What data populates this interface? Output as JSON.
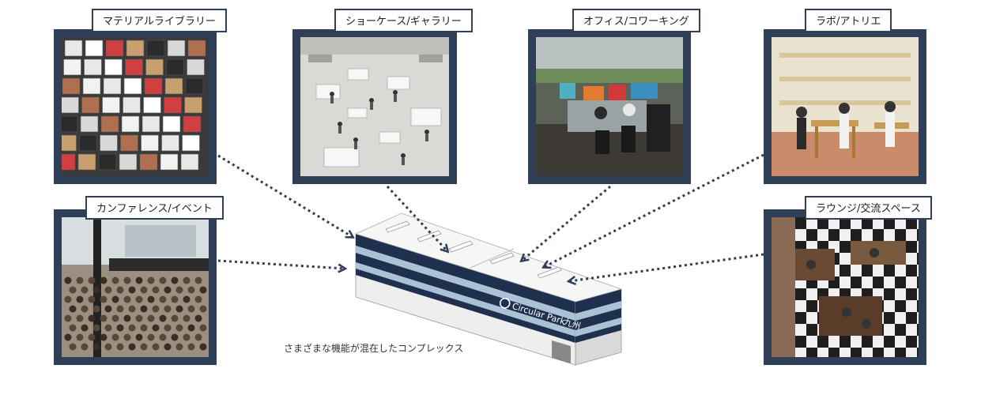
{
  "labels": {
    "material_library": "マテリアルライブラリー",
    "showcase_gallery": "ショーケース/ギャラリー",
    "office_coworking": "オフィス/コワーキング",
    "lab_atelier": "ラボ/アトリエ",
    "conference_event": "カンファレンス/イベント",
    "lounge_space": "ラウンジ/交流スペース"
  },
  "caption": "さまざまな機能が混在したコンプレックス",
  "building_logo": {
    "text": "Circular Park",
    "kanji": "九州"
  },
  "colors": {
    "frame": "#2e3f57",
    "building_navy": "#1f2f4e",
    "building_light_blue": "#a9c2d6",
    "arrow": "#2e3f57"
  }
}
